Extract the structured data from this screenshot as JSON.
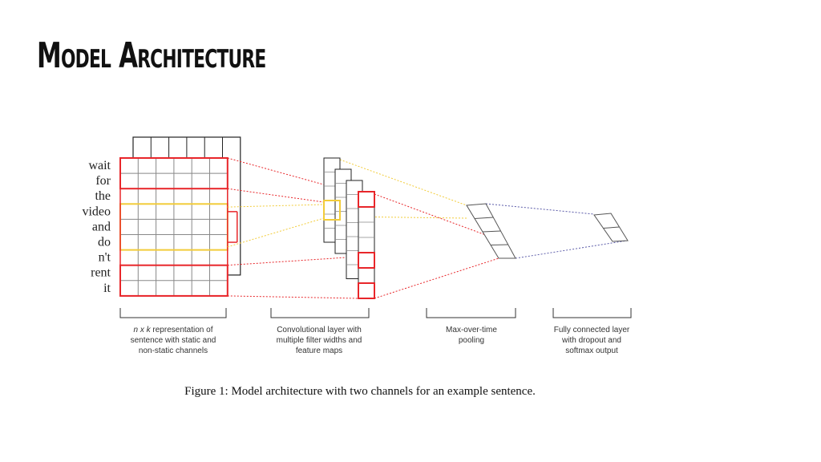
{
  "slide": {
    "title": "Model Architecture"
  },
  "diagram": {
    "words": [
      "wait",
      "for",
      "the",
      "video",
      "and",
      "do",
      "n't",
      "rent",
      "it"
    ],
    "labels": {
      "input_prefix": "n x k",
      "input_line1_rest": " representation of",
      "input_line2": "sentence with static and",
      "input_line3": "non-static channels",
      "conv_line1": "Convolutional layer with",
      "conv_line2": "multiple filter widths and",
      "conv_line3": "feature maps",
      "pool_line1": "Max-over-time",
      "pool_line2": "pooling",
      "fc_line1": "Fully connected layer",
      "fc_line2": "with dropout and",
      "fc_line3": "softmax output"
    },
    "caption": "Figure 1: Model architecture with two channels for an example sentence.",
    "colors": {
      "red": "#e8262a",
      "yellow": "#f2cc3a",
      "blue": "#5a5aa8",
      "grid": "#888888",
      "dark": "#222222"
    }
  }
}
